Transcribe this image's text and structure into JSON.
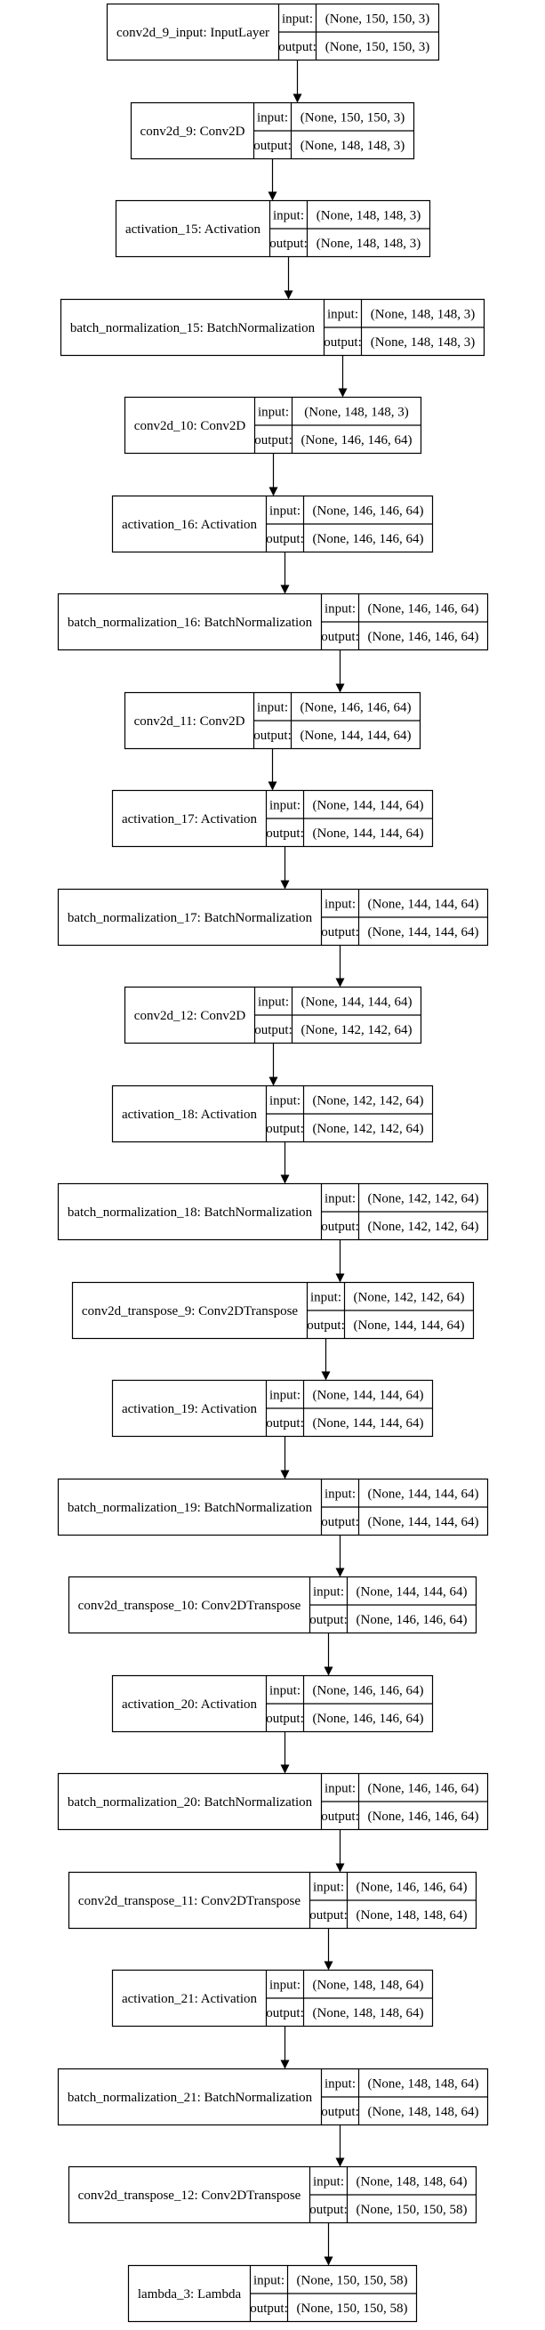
{
  "diagram": {
    "title": "",
    "port_labels": {
      "input": "input:",
      "output": "output:"
    },
    "layers": [
      {
        "name": "conv2d_9_input: InputLayer",
        "input": "(None, 150, 150, 3)",
        "output": "(None, 150, 150, 3)"
      },
      {
        "name": "conv2d_9: Conv2D",
        "input": "(None, 150, 150, 3)",
        "output": "(None, 148, 148, 3)"
      },
      {
        "name": "activation_15: Activation",
        "input": "(None, 148, 148, 3)",
        "output": "(None, 148, 148, 3)"
      },
      {
        "name": "batch_normalization_15: BatchNormalization",
        "input": "(None, 148, 148, 3)",
        "output": "(None, 148, 148, 3)"
      },
      {
        "name": "conv2d_10: Conv2D",
        "input": "(None, 148, 148, 3)",
        "output": "(None, 146, 146, 64)"
      },
      {
        "name": "activation_16: Activation",
        "input": "(None, 146, 146, 64)",
        "output": "(None, 146, 146, 64)"
      },
      {
        "name": "batch_normalization_16: BatchNormalization",
        "input": "(None, 146, 146, 64)",
        "output": "(None, 146, 146, 64)"
      },
      {
        "name": "conv2d_11: Conv2D",
        "input": "(None, 146, 146, 64)",
        "output": "(None, 144, 144, 64)"
      },
      {
        "name": "activation_17: Activation",
        "input": "(None, 144, 144, 64)",
        "output": "(None, 144, 144, 64)"
      },
      {
        "name": "batch_normalization_17: BatchNormalization",
        "input": "(None, 144, 144, 64)",
        "output": "(None, 144, 144, 64)"
      },
      {
        "name": "conv2d_12: Conv2D",
        "input": "(None, 144, 144, 64)",
        "output": "(None, 142, 142, 64)"
      },
      {
        "name": "activation_18: Activation",
        "input": "(None, 142, 142, 64)",
        "output": "(None, 142, 142, 64)"
      },
      {
        "name": "batch_normalization_18: BatchNormalization",
        "input": "(None, 142, 142, 64)",
        "output": "(None, 142, 142, 64)"
      },
      {
        "name": "conv2d_transpose_9: Conv2DTranspose",
        "input": "(None, 142, 142, 64)",
        "output": "(None, 144, 144, 64)"
      },
      {
        "name": "activation_19: Activation",
        "input": "(None, 144, 144, 64)",
        "output": "(None, 144, 144, 64)"
      },
      {
        "name": "batch_normalization_19: BatchNormalization",
        "input": "(None, 144, 144, 64)",
        "output": "(None, 144, 144, 64)"
      },
      {
        "name": "conv2d_transpose_10: Conv2DTranspose",
        "input": "(None, 144, 144, 64)",
        "output": "(None, 146, 146, 64)"
      },
      {
        "name": "activation_20: Activation",
        "input": "(None, 146, 146, 64)",
        "output": "(None, 146, 146, 64)"
      },
      {
        "name": "batch_normalization_20: BatchNormalization",
        "input": "(None, 146, 146, 64)",
        "output": "(None, 146, 146, 64)"
      },
      {
        "name": "conv2d_transpose_11: Conv2DTranspose",
        "input": "(None, 146, 146, 64)",
        "output": "(None, 148, 148, 64)"
      },
      {
        "name": "activation_21: Activation",
        "input": "(None, 148, 148, 64)",
        "output": "(None, 148, 148, 64)"
      },
      {
        "name": "batch_normalization_21: BatchNormalization",
        "input": "(None, 148, 148, 64)",
        "output": "(None, 148, 148, 64)"
      },
      {
        "name": "conv2d_transpose_12: Conv2DTranspose",
        "input": "(None, 148, 148, 64)",
        "output": "(None, 150, 150, 58)"
      },
      {
        "name": "lambda_3: Lambda",
        "input": "(None, 150, 150, 58)",
        "output": "(None, 150, 150, 58)"
      }
    ]
  }
}
